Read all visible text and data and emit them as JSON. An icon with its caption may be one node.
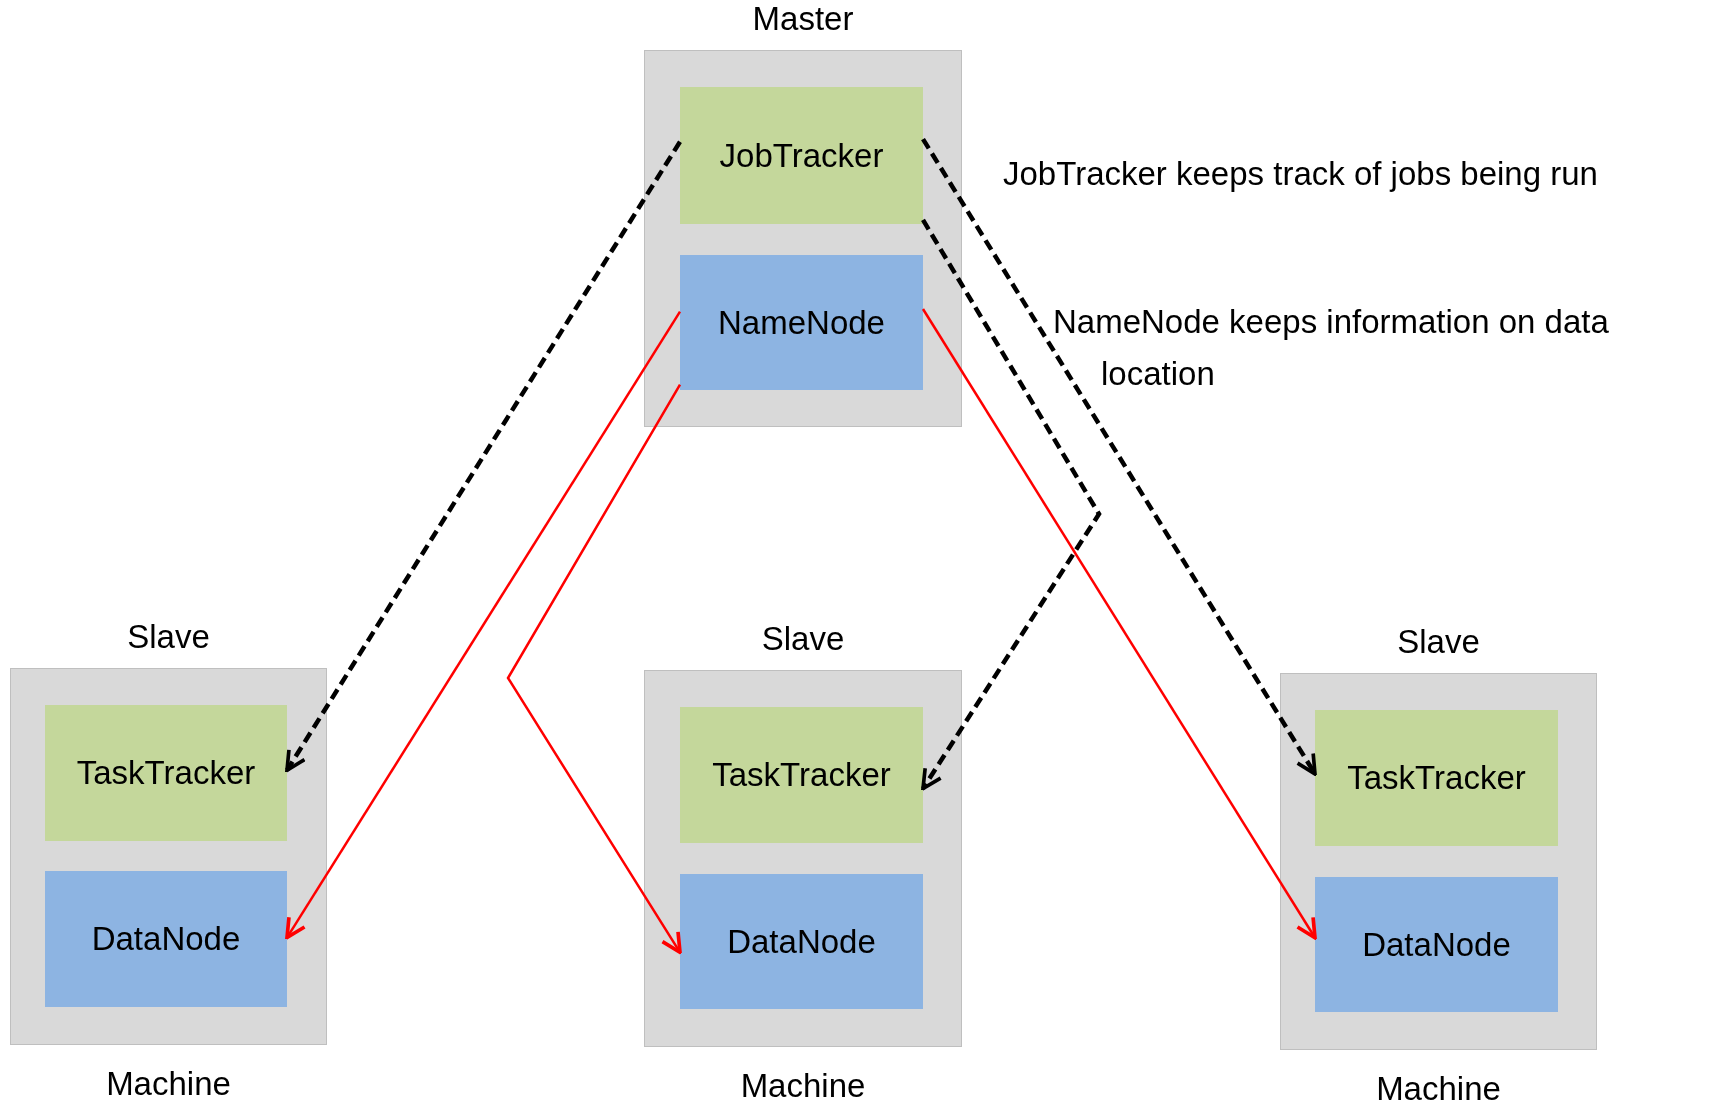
{
  "diagram": {
    "nodes": [
      {
        "text": [
          "Master"
        ]
      },
      {
        "text": [
          "JobTracker"
        ],
        "in": 0
      },
      {
        "text": [
          "NameNode"
        ],
        "in": 0
      },
      {
        "text": [
          "Slave"
        ],
        "beside": [
          "Machine"
        ]
      },
      {
        "text": [
          "TaskTracker"
        ],
        "in": 3
      },
      {
        "text": [
          "DataNode"
        ],
        "in": 3
      },
      {
        "text": [
          "Slave"
        ],
        "beside": [
          "Machine"
        ]
      },
      {
        "text": [
          "TaskTracker"
        ],
        "in": 6
      },
      {
        "text": [
          "DataNode"
        ],
        "in": 6
      },
      {
        "text": [
          "Slave"
        ],
        "beside": [
          "Machine"
        ]
      },
      {
        "text": [
          "TaskTracker"
        ],
        "in": 9
      },
      {
        "text": [
          "DataNode"
        ],
        "in": 9
      }
    ],
    "edges": [
      {
        "from": 1,
        "to": 4,
        "arrow": "to",
        "style": "dashed"
      },
      {
        "from": 1,
        "to": 7,
        "arrow": "to",
        "style": "dashed"
      },
      {
        "from": 1,
        "to": 10,
        "arrow": "to",
        "style": "dashed"
      },
      {
        "from": 2,
        "to": 5,
        "arrow": "to",
        "color": "#ff0000"
      },
      {
        "from": 2,
        "to": 8,
        "arrow": "to",
        "color": "#ff0000"
      },
      {
        "from": 2,
        "to": 11,
        "arrow": "to",
        "color": "#ff0000"
      }
    ],
    "labels": [
      "JobTracker keeps track of jobs being run",
      "NameNode keeps information on data location"
    ]
  }
}
